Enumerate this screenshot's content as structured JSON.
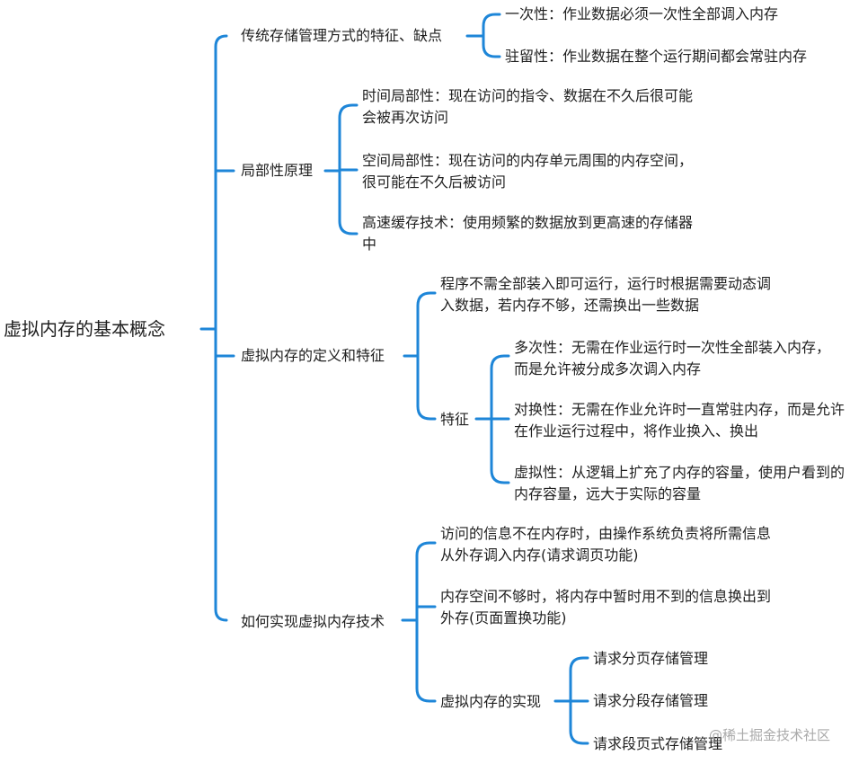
{
  "root": "虚拟内存的基本概念",
  "branches": [
    {
      "label": "传统存储管理方式的特征、缺点",
      "children": [
        "一次性：作业数据必须一次性全部调入内存",
        "驻留性：作业数据在整个运行期间都会常驻内存"
      ]
    },
    {
      "label": "局部性原理",
      "children": [
        "时间局部性：现在访问的指令、数据在不久后很可能会被再次访问",
        "空间局部性：现在访问的内存单元周围的内存空间，很可能在不久后被访问",
        "高速缓存技术：使用频繁的数据放到更高速的存储器中"
      ]
    },
    {
      "label": "虚拟内存的定义和特征",
      "children": [
        "程序不需全部装入即可运行，运行时根据需要动态调入数据，若内存不够，还需换出一些数据",
        {
          "label": "特征",
          "children": [
            "多次性：无需在作业运行时一次性全部装入内存，而是允许被分成多次调入内存",
            "对换性：无需在作业允许时一直常驻内存，而是允许在作业运行过程中，将作业换入、换出",
            "虚拟性：从逻辑上扩充了内存的容量，使用户看到的内存容量，远大于实际的容量"
          ]
        }
      ]
    },
    {
      "label": "如何实现虚拟内存技术",
      "children": [
        "访问的信息不在内存时，由操作系统负责将所需信息从外存调入内存(请求调页功能)",
        "内存空间不够时，将内存中暂时用不到的信息换出到外存(页面置换功能)",
        {
          "label": "虚拟内存的实现",
          "children": [
            "请求分页存储管理",
            "请求分段存储管理",
            "请求段页式存储管理"
          ]
        }
      ]
    }
  ],
  "watermark": "@稀土掘金技术社区",
  "colors": {
    "connector": "#1e86d8",
    "text": "#1f1f1f",
    "background": "#ffffff"
  }
}
